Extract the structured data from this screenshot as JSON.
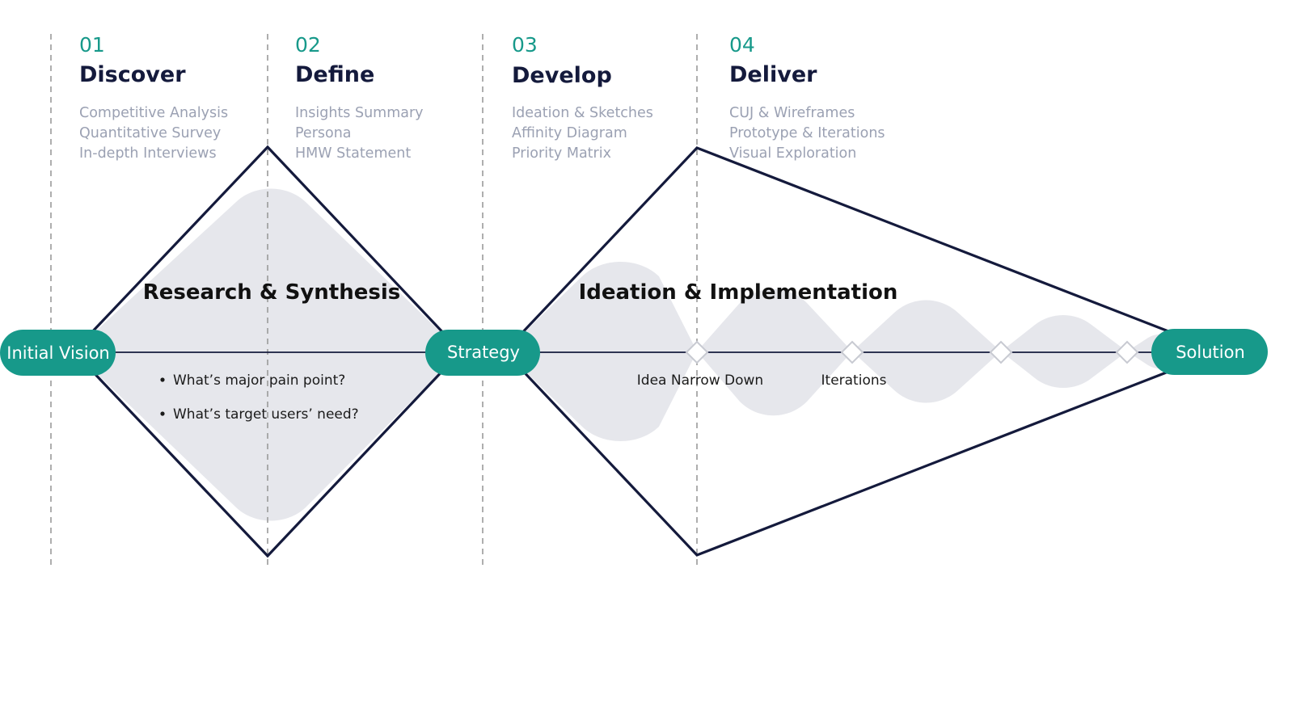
{
  "colors": {
    "accent": "#17998a",
    "navy": "#141a3c",
    "muted_text": "#9ba1b3",
    "blob_fill": "#e6e7ec",
    "divider": "#9a9a9a"
  },
  "phases": [
    {
      "number": "01",
      "title": "Discover",
      "items": [
        "Competitive Analysis",
        "Quantitative Survey",
        "In-depth Interviews"
      ]
    },
    {
      "number": "02",
      "title": "Define",
      "items": [
        "Insights Summary",
        "Persona",
        "HMW Statement"
      ]
    },
    {
      "number": "03",
      "title": "Develop",
      "items": [
        "Ideation & Sketches",
        "Affinity Diagram",
        "Priority Matrix"
      ]
    },
    {
      "number": "04",
      "title": "Deliver",
      "items": [
        "CUJ & Wireframes",
        "Prototype & Iterations",
        "Visual Exploration"
      ]
    }
  ],
  "sections": {
    "research_title": "Research & Synthesis",
    "ideation_title": "Ideation & Implementation"
  },
  "questions": [
    "What’s major pain point?",
    "What’s target users’ need?"
  ],
  "nodes": {
    "start": "Initial Vision",
    "middle": "Strategy",
    "end": "Solution"
  },
  "milestones": [
    "Idea Narrow Down",
    "Iterations"
  ]
}
